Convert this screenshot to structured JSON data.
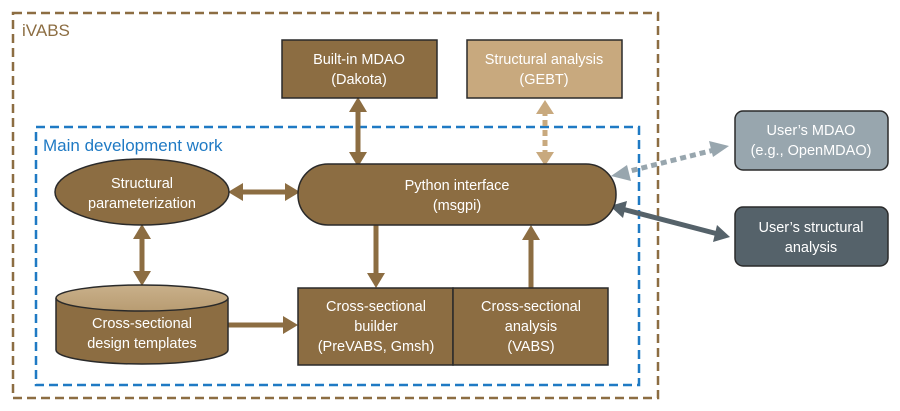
{
  "colors": {
    "brown": "#8c6d42",
    "light_brown": "#c8a97e",
    "blue_dash": "#1f7ac4",
    "gray_light": "#98a6ae",
    "gray_dark": "#55626a"
  },
  "containers": {
    "ivabs": {
      "label": "iVABS"
    },
    "main": {
      "label": "Main development work"
    }
  },
  "nodes": {
    "builtin_mdao": {
      "line1": "Built-in MDAO",
      "line2": "(Dakota)"
    },
    "structural_analysis": {
      "line1": "Structural analysis",
      "line2": "(GEBT)"
    },
    "python_interface": {
      "line1": "Python interface",
      "line2": "(msgpi)"
    },
    "structural_param": {
      "line1": "Structural",
      "line2": "parameterization"
    },
    "design_templates": {
      "line1": "Cross-sectional",
      "line2": "design templates"
    },
    "cs_builder": {
      "line1": "Cross-sectional",
      "line2": "builder",
      "line3": "(PreVABS, Gmsh)"
    },
    "cs_analysis": {
      "line1": "Cross-sectional",
      "line2": "analysis",
      "line3": "(VABS)"
    },
    "users_mdao": {
      "line1": "User’s MDAO",
      "line2": "(e.g., OpenMDAO)"
    },
    "users_structural": {
      "line1": "User’s structural",
      "line2": "analysis"
    }
  },
  "edges": [
    {
      "from": "builtin_mdao",
      "to": "python_interface",
      "style": "solid",
      "direction": "both"
    },
    {
      "from": "structural_analysis",
      "to": "python_interface",
      "style": "dashed",
      "direction": "both"
    },
    {
      "from": "structural_param",
      "to": "python_interface",
      "style": "solid",
      "direction": "both"
    },
    {
      "from": "structural_param",
      "to": "design_templates",
      "style": "solid",
      "direction": "both"
    },
    {
      "from": "design_templates",
      "to": "cs_builder",
      "style": "solid",
      "direction": "forward"
    },
    {
      "from": "python_interface",
      "to": "cs_builder",
      "style": "solid",
      "direction": "forward"
    },
    {
      "from": "cs_analysis",
      "to": "python_interface",
      "style": "solid",
      "direction": "forward"
    },
    {
      "from": "users_mdao",
      "to": "python_interface",
      "style": "dashed",
      "direction": "both"
    },
    {
      "from": "users_structural",
      "to": "python_interface",
      "style": "solid",
      "direction": "both"
    }
  ]
}
